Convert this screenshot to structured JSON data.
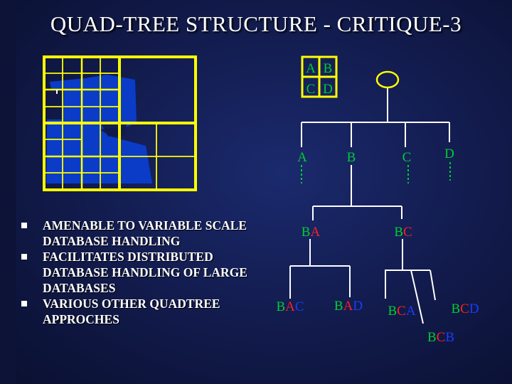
{
  "title": "QUAD-TREE STRUCTURE - CRITIQUE-3",
  "bullets": [
    "AMENABLE TO VARIABLE SCALE DATABASE HANDLING",
    "FACILITATES DISTRIBUTED DATABASE HANDLING OF LARGE DATABASES",
    "VARIOUS OTHER QUADTREE APPROCHES"
  ],
  "colors": {
    "background": "#111a4a",
    "grid": "#ffff00",
    "region_fill": "#0a3cc8",
    "tree_lines": "#ffffff",
    "node_ring": "#ffff00",
    "label_green": "#00cc33",
    "label_red": "#ff2020",
    "label_blue": "#1a3cff"
  },
  "quad_key": {
    "row1": [
      {
        "t": "A",
        "c": "green"
      },
      {
        "t": "B",
        "c": "green"
      }
    ],
    "row2": [
      {
        "t": "C",
        "c": "green"
      },
      {
        "t": "D",
        "c": "green"
      }
    ]
  },
  "tree": {
    "level1": [
      {
        "parts": [
          {
            "t": "A",
            "c": "green"
          }
        ]
      },
      {
        "parts": [
          {
            "t": "B",
            "c": "green"
          }
        ]
      },
      {
        "parts": [
          {
            "t": "C",
            "c": "green"
          }
        ]
      },
      {
        "parts": [
          {
            "t": "D",
            "c": "green"
          }
        ]
      }
    ],
    "level2": [
      {
        "parts": [
          {
            "t": "B",
            "c": "green"
          },
          {
            "t": "A",
            "c": "red"
          }
        ]
      },
      {
        "parts": [
          {
            "t": "B",
            "c": "green"
          },
          {
            "t": "C",
            "c": "red"
          }
        ]
      }
    ],
    "level3": [
      {
        "parts": [
          {
            "t": "B",
            "c": "green"
          },
          {
            "t": "A",
            "c": "red"
          },
          {
            "t": "C",
            "c": "blue"
          }
        ]
      },
      {
        "parts": [
          {
            "t": "B",
            "c": "green"
          },
          {
            "t": "A",
            "c": "red"
          },
          {
            "t": "D",
            "c": "blue"
          }
        ]
      },
      {
        "parts": [
          {
            "t": "B",
            "c": "green"
          },
          {
            "t": "C",
            "c": "red"
          },
          {
            "t": "A",
            "c": "blue"
          }
        ]
      },
      {
        "parts": [
          {
            "t": "B",
            "c": "green"
          },
          {
            "t": "C",
            "c": "red"
          },
          {
            "t": "D",
            "c": "blue"
          }
        ]
      },
      {
        "parts": [
          {
            "t": "B",
            "c": "green"
          },
          {
            "t": "C",
            "c": "red"
          },
          {
            "t": "B",
            "c": "blue"
          }
        ]
      }
    ]
  }
}
